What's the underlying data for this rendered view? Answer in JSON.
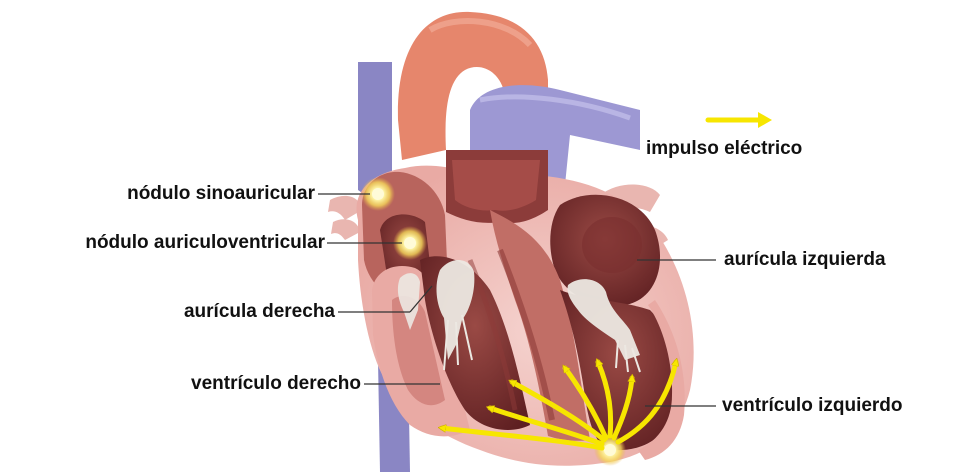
{
  "legend": {
    "label": "impulso eléctrico",
    "arrow_color": "#f7e600"
  },
  "labels": {
    "sa_node": "nódulo sinoauricular",
    "av_node": "nódulo auriculoventricular",
    "right_atrium": "aurícula derecha",
    "right_ventricle": "ventrículo derecho",
    "left_atrium": "aurícula izquierda",
    "left_ventricle": "ventrículo izquierdo"
  },
  "colors": {
    "vein": "#8a86c4",
    "aorta": "#e6866c",
    "heart_outer": "#f2c9c4",
    "myocardium": "#b8645d",
    "chamber": "#7a2e2e",
    "valve": "#e8e4de",
    "node_glow": "#fff3a0",
    "impulse": "#f7e600",
    "leader": "#333333"
  }
}
